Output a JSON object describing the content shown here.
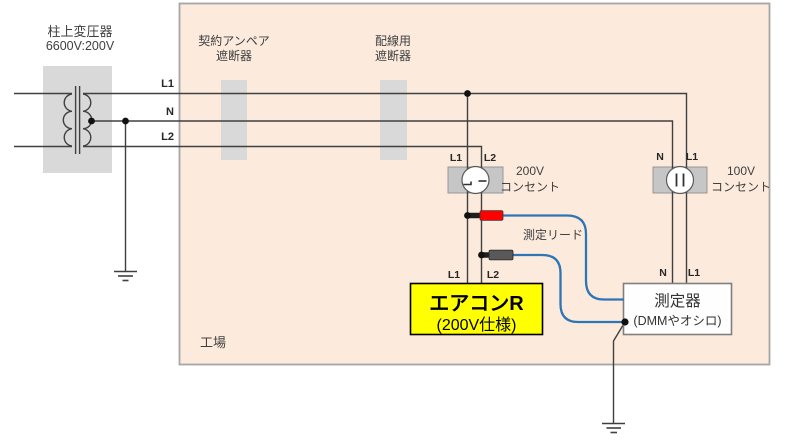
{
  "diagram": {
    "transformer": {
      "name": "柱上変圧器",
      "ratio": "6600V:200V"
    },
    "breaker_contract": {
      "line1": "契約アンペア",
      "line2": "遮断器"
    },
    "breaker_wiring": {
      "line1": "配線用",
      "line2": "遮断器"
    },
    "bus": {
      "l1": "L1",
      "n": "N",
      "l2": "L2"
    },
    "outlet_200v": {
      "terminal_left": "L1",
      "terminal_right": "L2",
      "label_line1": "200V",
      "label_line2": "コンセント"
    },
    "outlet_100v": {
      "terminal_left": "N",
      "terminal_right": "L1",
      "label_line1": "100V",
      "label_line2": "コンセント"
    },
    "measurement_lead_label": "測定リード",
    "aircon": {
      "terminal_left": "L1",
      "terminal_right": "L2",
      "line1": "エアコンR",
      "line2": "(200V仕様)"
    },
    "meter": {
      "terminal_left": "N",
      "terminal_right": "L1",
      "line1": "測定器",
      "line2": "(DMMやオシロ)"
    },
    "factory_label": "工場",
    "colors": {
      "factory_fill": "#fcebdd",
      "factory_border": "#a6a6a6",
      "equipment_gray": "#d9d9d9",
      "outlet_gray": "#c6c6c6",
      "line": "#404040",
      "measure_wire_blue": "#2e75b6",
      "aircon_yellow": "#ffff00",
      "lead_red": "#ff0000",
      "lead_gray": "#595959"
    }
  }
}
